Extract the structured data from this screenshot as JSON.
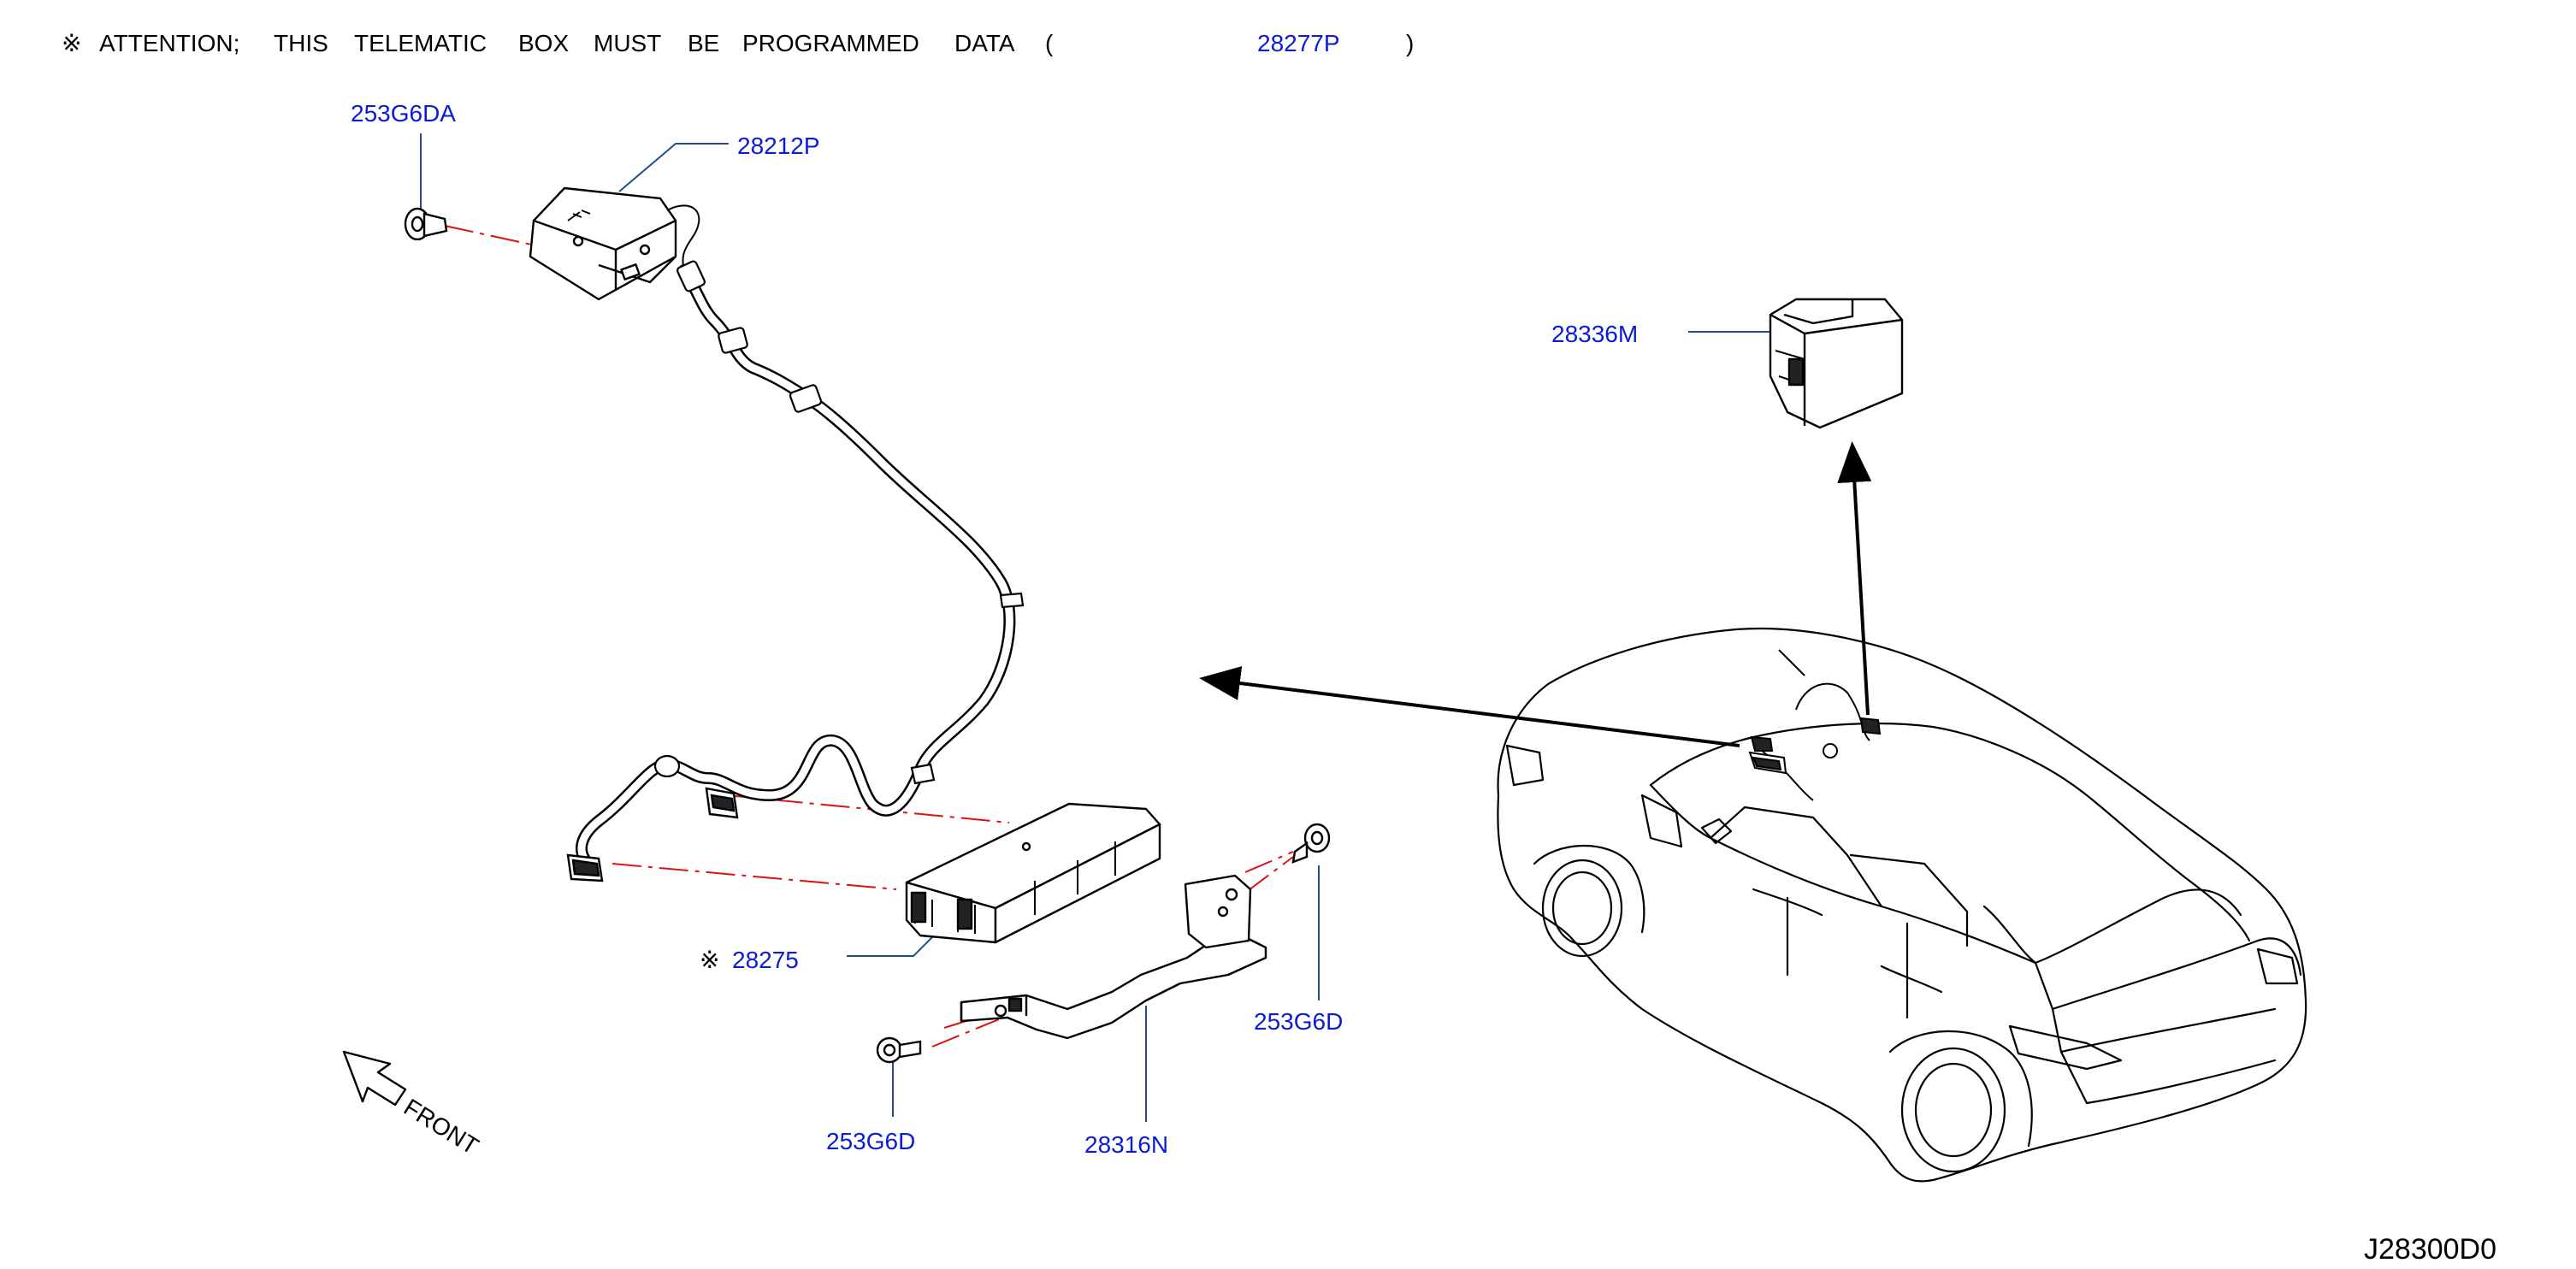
{
  "header": {
    "mark": "※",
    "words": [
      "ATTENTION;",
      "THIS",
      "TELEMATIC",
      "BOX",
      "MUST",
      "BE",
      "PROGRAMMED",
      "DATA",
      "("
    ],
    "part": "28277P",
    "close": ")"
  },
  "callouts": {
    "bolt_top": "253G6DA",
    "antenna": "28212P",
    "module_top": "28336M",
    "telematic_mark": "※",
    "telematic": "28275",
    "bolt_right": "253G6D",
    "bolt_bottom": "253G6D",
    "bracket": "28316N"
  },
  "front_label": "FRONT",
  "diagram_id": "J28300D0",
  "colors": {
    "callout": "#0b1bd6",
    "leader": "#1f4e8c",
    "centerline": "#e01010",
    "linework": "#000000"
  }
}
